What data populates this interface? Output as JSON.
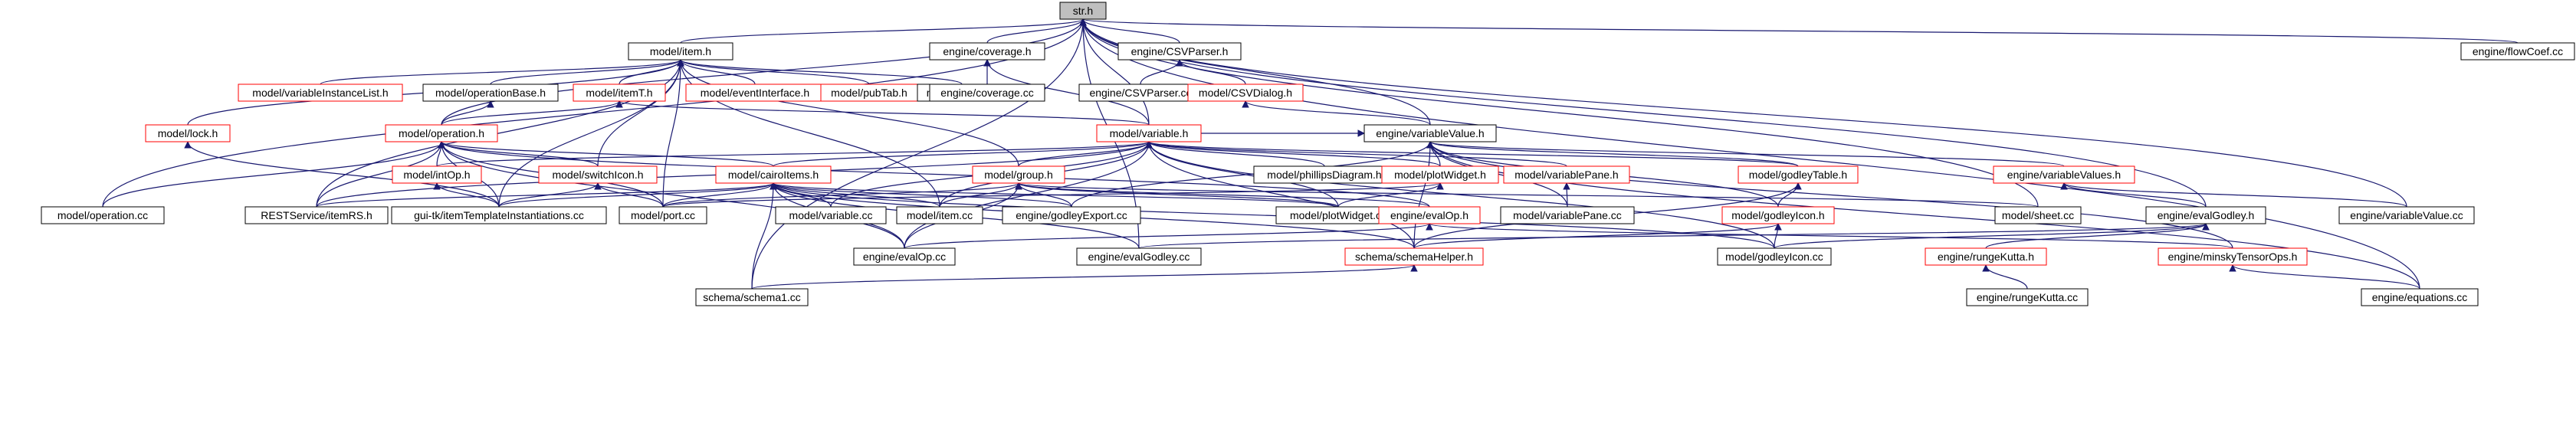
{
  "colors": {
    "edge": "#191970",
    "border_normal": "#000000",
    "border_truncated": "#ff0000",
    "root_fill": "#bfbfbf",
    "node_fill": "#ffffff"
  },
  "nodes": [
    {
      "id": "str_h",
      "label": "str.h",
      "style": "root"
    },
    {
      "id": "model_item_h",
      "label": "model/item.h",
      "style": "normal"
    },
    {
      "id": "engine_coverage_h",
      "label": "engine/coverage.h",
      "style": "normal"
    },
    {
      "id": "engine_CSVParser_h",
      "label": "engine/CSVParser.h",
      "style": "normal"
    },
    {
      "id": "engine_flowCoef_cc",
      "label": "engine/flowCoef.cc",
      "style": "normal"
    },
    {
      "id": "model_variableInstanceList_h",
      "label": "model/variableInstanceList.h",
      "style": "truncated"
    },
    {
      "id": "model_operationBase_h",
      "label": "model/operationBase.h",
      "style": "normal"
    },
    {
      "id": "model_itemT_h",
      "label": "model/itemT.h",
      "style": "truncated"
    },
    {
      "id": "model_eventInterface_h",
      "label": "model/eventInterface.h",
      "style": "truncated"
    },
    {
      "id": "model_pubTab_h",
      "label": "model/pubTab.h",
      "style": "truncated"
    },
    {
      "id": "model_lasso_cc",
      "label": "model/lasso.cc",
      "style": "normal"
    },
    {
      "id": "engine_coverage_cc",
      "label": "engine/coverage.cc",
      "style": "normal"
    },
    {
      "id": "engine_CSVParser_cc",
      "label": "engine/CSVParser.cc",
      "style": "normal"
    },
    {
      "id": "model_CSVDialog_h",
      "label": "model/CSVDialog.h",
      "style": "truncated"
    },
    {
      "id": "model_lock_h",
      "label": "model/lock.h",
      "style": "truncated"
    },
    {
      "id": "model_operation_h",
      "label": "model/operation.h",
      "style": "truncated"
    },
    {
      "id": "model_variable_h",
      "label": "model/variable.h",
      "style": "truncated"
    },
    {
      "id": "engine_variableValue_h",
      "label": "engine/variableValue.h",
      "style": "normal"
    },
    {
      "id": "model_intOp_h",
      "label": "model/intOp.h",
      "style": "truncated"
    },
    {
      "id": "model_switchIcon_h",
      "label": "model/switchIcon.h",
      "style": "truncated"
    },
    {
      "id": "model_cairoItems_h",
      "label": "model/cairoItems.h",
      "style": "truncated"
    },
    {
      "id": "model_group_h",
      "label": "model/group.h",
      "style": "truncated"
    },
    {
      "id": "model_phillipsDiagram_h",
      "label": "model/phillipsDiagram.h",
      "style": "normal"
    },
    {
      "id": "model_plotWidget_h",
      "label": "model/plotWidget.h",
      "style": "truncated"
    },
    {
      "id": "model_variablePane_h",
      "label": "model/variablePane.h",
      "style": "truncated"
    },
    {
      "id": "model_godleyTable_h",
      "label": "model/godleyTable.h",
      "style": "truncated"
    },
    {
      "id": "engine_variableValues_h",
      "label": "engine/variableValues.h",
      "style": "truncated"
    },
    {
      "id": "model_operation_cc",
      "label": "model/operation.cc",
      "style": "normal"
    },
    {
      "id": "RESTService_itemRS_h",
      "label": "RESTService/itemRS.h",
      "style": "normal"
    },
    {
      "id": "gui_tk_itemTemplateInstantiations_cc",
      "label": "gui-tk/itemTemplateInstantiations.cc",
      "style": "normal"
    },
    {
      "id": "model_port_cc",
      "label": "model/port.cc",
      "style": "normal"
    },
    {
      "id": "model_variable_cc",
      "label": "model/variable.cc",
      "style": "normal"
    },
    {
      "id": "model_item_cc",
      "label": "model/item.cc",
      "style": "normal"
    },
    {
      "id": "engine_godleyExport_cc",
      "label": "engine/godleyExport.cc",
      "style": "normal"
    },
    {
      "id": "model_plotWidget_cc",
      "label": "model/plotWidget.cc",
      "style": "normal"
    },
    {
      "id": "model_variablePane_cc",
      "label": "model/variablePane.cc",
      "style": "normal"
    },
    {
      "id": "engine_evalOp_h",
      "label": "engine/evalOp.h",
      "style": "truncated"
    },
    {
      "id": "model_godleyIcon_h",
      "label": "model/godleyIcon.h",
      "style": "truncated"
    },
    {
      "id": "model_sheet_cc",
      "label": "model/sheet.cc",
      "style": "normal"
    },
    {
      "id": "engine_evalGodley_h",
      "label": "engine/evalGodley.h",
      "style": "normal"
    },
    {
      "id": "engine_variableValue_cc",
      "label": "engine/variableValue.cc",
      "style": "normal"
    },
    {
      "id": "engine_evalOp_cc",
      "label": "engine/evalOp.cc",
      "style": "normal"
    },
    {
      "id": "engine_evalGodley_cc",
      "label": "engine/evalGodley.cc",
      "style": "normal"
    },
    {
      "id": "schema_schemaHelper_h",
      "label": "schema/schemaHelper.h",
      "style": "truncated"
    },
    {
      "id": "model_godleyIcon_cc",
      "label": "model/godleyIcon.cc",
      "style": "normal"
    },
    {
      "id": "engine_rungeKutta_h",
      "label": "engine/rungeKutta.h",
      "style": "truncated"
    },
    {
      "id": "engine_minskyTensorOps_h",
      "label": "engine/minskyTensorOps.h",
      "style": "truncated"
    },
    {
      "id": "schema_schema1_cc",
      "label": "schema/schema1.cc",
      "style": "normal"
    },
    {
      "id": "engine_rungeKutta_cc",
      "label": "engine/rungeKutta.cc",
      "style": "normal"
    },
    {
      "id": "engine_equations_cc",
      "label": "engine/equations.cc",
      "style": "normal"
    }
  ],
  "edges": [
    [
      "model_item_h",
      "str_h"
    ],
    [
      "engine_coverage_h",
      "str_h"
    ],
    [
      "engine_CSVParser_h",
      "str_h"
    ],
    [
      "engine_flowCoef_cc",
      "str_h"
    ],
    [
      "model_variable_h",
      "str_h"
    ],
    [
      "engine_variableValue_h",
      "str_h"
    ],
    [
      "model_operation_cc",
      "str_h"
    ],
    [
      "engine_evalGodley_cc",
      "str_h"
    ],
    [
      "schema_schema1_cc",
      "str_h"
    ],
    [
      "model_sheet_cc",
      "str_h"
    ],
    [
      "engine_evalGodley_h",
      "str_h"
    ],
    [
      "engine_variableValue_cc",
      "str_h"
    ],
    [
      "engine_equations_cc",
      "str_h"
    ],
    [
      "model_operation_h",
      "str_h"
    ],
    [
      "model_variableInstanceList_h",
      "model_item_h"
    ],
    [
      "model_operationBase_h",
      "model_item_h"
    ],
    [
      "model_itemT_h",
      "model_item_h"
    ],
    [
      "model_eventInterface_h",
      "model_item_h"
    ],
    [
      "model_pubTab_h",
      "model_item_h"
    ],
    [
      "model_lasso_cc",
      "model_item_h"
    ],
    [
      "model_lock_h",
      "model_item_h"
    ],
    [
      "model_switchIcon_h",
      "model_item_h"
    ],
    [
      "RESTService_itemRS_h",
      "model_item_h"
    ],
    [
      "gui_tk_itemTemplateInstantiations_cc",
      "model_item_h"
    ],
    [
      "model_port_cc",
      "model_item_h"
    ],
    [
      "model_item_cc",
      "model_item_h"
    ],
    [
      "model_group_h",
      "model_item_h"
    ],
    [
      "engine_coverage_cc",
      "engine_coverage_h"
    ],
    [
      "model_variable_h",
      "engine_coverage_h"
    ],
    [
      "engine_CSVParser_cc",
      "engine_CSVParser_h"
    ],
    [
      "model_CSVDialog_h",
      "engine_CSVParser_h"
    ],
    [
      "engine_variableValue_h",
      "model_CSVDialog_h"
    ],
    [
      "model_operation_h",
      "model_operationBase_h"
    ],
    [
      "model_operation_h",
      "model_itemT_h"
    ],
    [
      "model_variable_h",
      "model_itemT_h"
    ],
    [
      "gui_tk_itemTemplateInstantiations_cc",
      "model_lock_h"
    ],
    [
      "model_intOp_h",
      "model_operation_h"
    ],
    [
      "model_switchIcon_h",
      "model_operation_h"
    ],
    [
      "model_cairoItems_h",
      "model_operation_h"
    ],
    [
      "model_operation_cc",
      "model_operation_h"
    ],
    [
      "RESTService_itemRS_h",
      "model_operation_h"
    ],
    [
      "gui_tk_itemTemplateInstantiations_cc",
      "model_operation_h"
    ],
    [
      "model_port_cc",
      "model_operation_h"
    ],
    [
      "engine_evalOp_h",
      "model_operation_h"
    ],
    [
      "engine_evalOp_cc",
      "model_operation_h"
    ],
    [
      "model_intOp_h",
      "model_variable_h"
    ],
    [
      "model_cairoItems_h",
      "model_variable_h"
    ],
    [
      "model_group_h",
      "model_variable_h"
    ],
    [
      "model_phillipsDiagram_h",
      "model_variable_h"
    ],
    [
      "model_plotWidget_h",
      "model_variable_h"
    ],
    [
      "model_variablePane_h",
      "model_variable_h"
    ],
    [
      "model_godleyTable_h",
      "model_variable_h"
    ],
    [
      "model_variable_cc",
      "model_variable_h"
    ],
    [
      "model_item_cc",
      "model_variable_h"
    ],
    [
      "model_plotWidget_cc",
      "model_variable_h"
    ],
    [
      "schema_schemaHelper_h",
      "model_variable_h"
    ],
    [
      "model_godleyIcon_cc",
      "model_variable_h"
    ],
    [
      "RESTService_itemRS_h",
      "model_variable_h"
    ],
    [
      "engine_evalOp_cc",
      "model_variable_h"
    ],
    [
      "model_variable_h",
      "engine_variableValue_h"
    ],
    [
      "model_plotWidget_h",
      "engine_variableValue_h"
    ],
    [
      "model_godleyTable_h",
      "engine_variableValue_h"
    ],
    [
      "engine_variableValues_h",
      "engine_variableValue_h"
    ],
    [
      "model_godleyIcon_h",
      "engine_variableValue_h"
    ],
    [
      "model_variablePane_cc",
      "engine_variableValue_h"
    ],
    [
      "engine_godleyExport_cc",
      "engine_variableValue_h"
    ],
    [
      "engine_minskyTensorOps_h",
      "engine_variableValue_h"
    ],
    [
      "schema_schemaHelper_h",
      "engine_variableValue_h"
    ],
    [
      "engine_equations_cc",
      "engine_variableValue_h"
    ],
    [
      "gui_tk_itemTemplateInstantiations_cc",
      "model_intOp_h"
    ],
    [
      "gui_tk_itemTemplateInstantiations_cc",
      "model_switchIcon_h"
    ],
    [
      "model_port_cc",
      "model_switchIcon_h"
    ],
    [
      "RESTService_itemRS_h",
      "model_cairoItems_h"
    ],
    [
      "gui_tk_itemTemplateInstantiations_cc",
      "model_cairoItems_h"
    ],
    [
      "model_port_cc",
      "model_cairoItems_h"
    ],
    [
      "model_variable_cc",
      "model_cairoItems_h"
    ],
    [
      "model_item_cc",
      "model_cairoItems_h"
    ],
    [
      "engine_godleyExport_cc",
      "model_cairoItems_h"
    ],
    [
      "model_plotWidget_cc",
      "model_cairoItems_h"
    ],
    [
      "engine_evalOp_cc",
      "model_cairoItems_h"
    ],
    [
      "engine_evalGodley_cc",
      "model_cairoItems_h"
    ],
    [
      "schema_schemaHelper_h",
      "model_cairoItems_h"
    ],
    [
      "schema_schema1_cc",
      "model_cairoItems_h"
    ],
    [
      "model_godleyIcon_cc",
      "model_cairoItems_h"
    ],
    [
      "model_port_cc",
      "model_group_h"
    ],
    [
      "model_item_cc",
      "model_group_h"
    ],
    [
      "engine_godleyExport_cc",
      "model_group_h"
    ],
    [
      "model_plotWidget_cc",
      "model_group_h"
    ],
    [
      "engine_evalOp_h",
      "model_group_h"
    ],
    [
      "model_sheet_cc",
      "model_group_h"
    ],
    [
      "engine_evalOp_cc",
      "model_group_h"
    ],
    [
      "model_plotWidget_cc",
      "model_plotWidget_h"
    ],
    [
      "model_port_cc",
      "model_plotWidget_h"
    ],
    [
      "model_variablePane_cc",
      "model_variablePane_h"
    ],
    [
      "model_godleyIcon_h",
      "model_godleyTable_h"
    ],
    [
      "schema_schemaHelper_h",
      "model_godleyTable_h"
    ],
    [
      "engine_evalGodley_h",
      "engine_variableValues_h"
    ],
    [
      "engine_variableValue_cc",
      "engine_variableValues_h"
    ],
    [
      "engine_evalOp_cc",
      "engine_evalOp_h"
    ],
    [
      "engine_minskyTensorOps_h",
      "engine_evalOp_h"
    ],
    [
      "schema_schemaHelper_h",
      "model_godleyIcon_h"
    ],
    [
      "model_godleyIcon_cc",
      "model_godleyIcon_h"
    ],
    [
      "engine_evalGodley_cc",
      "engine_evalGodley_h"
    ],
    [
      "engine_rungeKutta_h",
      "engine_evalGodley_h"
    ],
    [
      "model_godleyIcon_cc",
      "engine_evalGodley_h"
    ],
    [
      "schema_schema1_cc",
      "schema_schemaHelper_h"
    ],
    [
      "engine_rungeKutta_cc",
      "engine_rungeKutta_h"
    ],
    [
      "engine_equations_cc",
      "engine_minskyTensorOps_h"
    ]
  ]
}
